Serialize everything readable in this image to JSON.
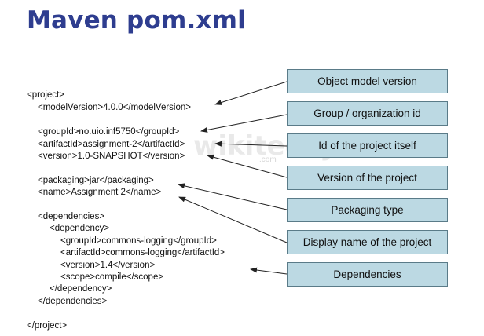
{
  "title": "Maven pom.xml",
  "watermark": {
    "text": "wikitechy",
    "sub": ".com"
  },
  "xml_lines": [
    "<project>",
    "<modelVersion>4.0.0</modelVersion>",
    "<groupId>no.uio.inf5750</groupId>",
    "<artifactId>assignment-2</artifactId>",
    "<version>1.0-SNAPSHOT</version>",
    "<packaging>jar</packaging>",
    "<name>Assignment 2</name>",
    "<dependencies>",
    "<dependency>",
    "<groupId>commons-logging</groupId>",
    "<artifactId>commons-logging</artifactId>",
    "<version>1.4</version>",
    "<scope>compile</scope>",
    "</dependency>",
    "</dependencies>",
    "</project>"
  ],
  "labels": [
    "Object model version",
    "Group / organization id",
    "Id of the project itself",
    "Version of the project",
    "Packaging type",
    "Display name of the project",
    "Dependencies"
  ],
  "colors": {
    "title": "#2e3d8f",
    "box_fill": "#bcd9e3",
    "box_border": "#5a7b88",
    "arrow": "#222222"
  }
}
